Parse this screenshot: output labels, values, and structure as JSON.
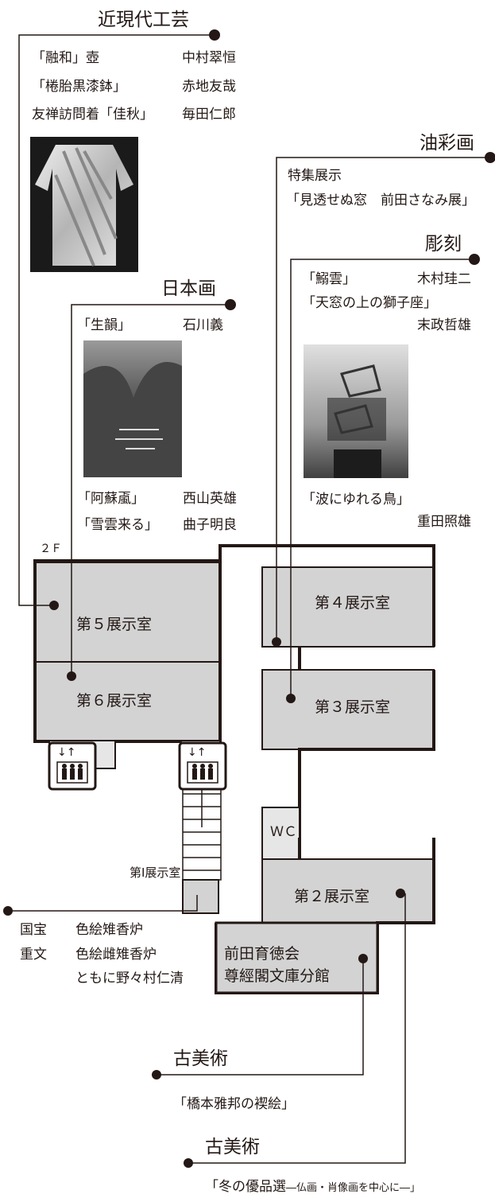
{
  "sections": {
    "modern_crafts": {
      "heading": "近現代工芸",
      "rows": [
        {
          "title": "「融和」壺",
          "artist": "中村翠恒"
        },
        {
          "title": "「棬胎黒漆鉢」",
          "artist": "赤地友哉"
        },
        {
          "title": "友禅訪問着「佳秋」",
          "artist": "毎田仁郎"
        }
      ]
    },
    "oil_painting": {
      "heading": "油彩画",
      "line1": "特集展示",
      "line2": "「見透せぬ窓　前田さなみ展」"
    },
    "sculpture": {
      "heading": "彫刻",
      "row1": {
        "title": "「鰯雲」",
        "artist": "木村珪二"
      },
      "row2": {
        "title": "「天窓の上の獅子座」",
        "artist": "末政哲雄"
      },
      "row3": {
        "title": "「波にゆれる鳥」",
        "artist": "重田照雄"
      }
    },
    "nihonga": {
      "heading": "日本画",
      "row1": {
        "title": "「生韻」",
        "artist": "石川義"
      },
      "row2": {
        "title": "「阿蘇颪」",
        "artist": "西山英雄"
      },
      "row3": {
        "title": "「雪雲来る」",
        "artist": "曲子明良"
      }
    },
    "room1": {
      "row1": {
        "label": "国宝",
        "title": "色絵雉香炉"
      },
      "row2": {
        "label": "重文",
        "title": "色絵雌雉香炉"
      },
      "row3": "ともに野々村仁清"
    },
    "classical_a": {
      "heading": "古美術",
      "title": "「橋本雅邦の褉絵」"
    },
    "classical_b": {
      "heading": "古美術",
      "title": "「冬の優品選",
      "subtitle": "―仏画・肖像画を中心に―」"
    }
  },
  "floor": {
    "floor_label": "２Ｆ",
    "room5": "第５展示室",
    "room6": "第６展示室",
    "room4": "第４展示室",
    "room3": "第３展示室",
    "room2": "第２展示室",
    "room1": "第Ⅰ展示室",
    "wc": "ＷＣ",
    "annex_line1": "前田育徳会",
    "annex_line2": "尊經閣文庫分館"
  },
  "icons": [
    "elevator-icon",
    "elevator-icon"
  ],
  "colors": {
    "room_fill": "#d3d3d3",
    "outline": "#231815",
    "line": "#231815"
  }
}
